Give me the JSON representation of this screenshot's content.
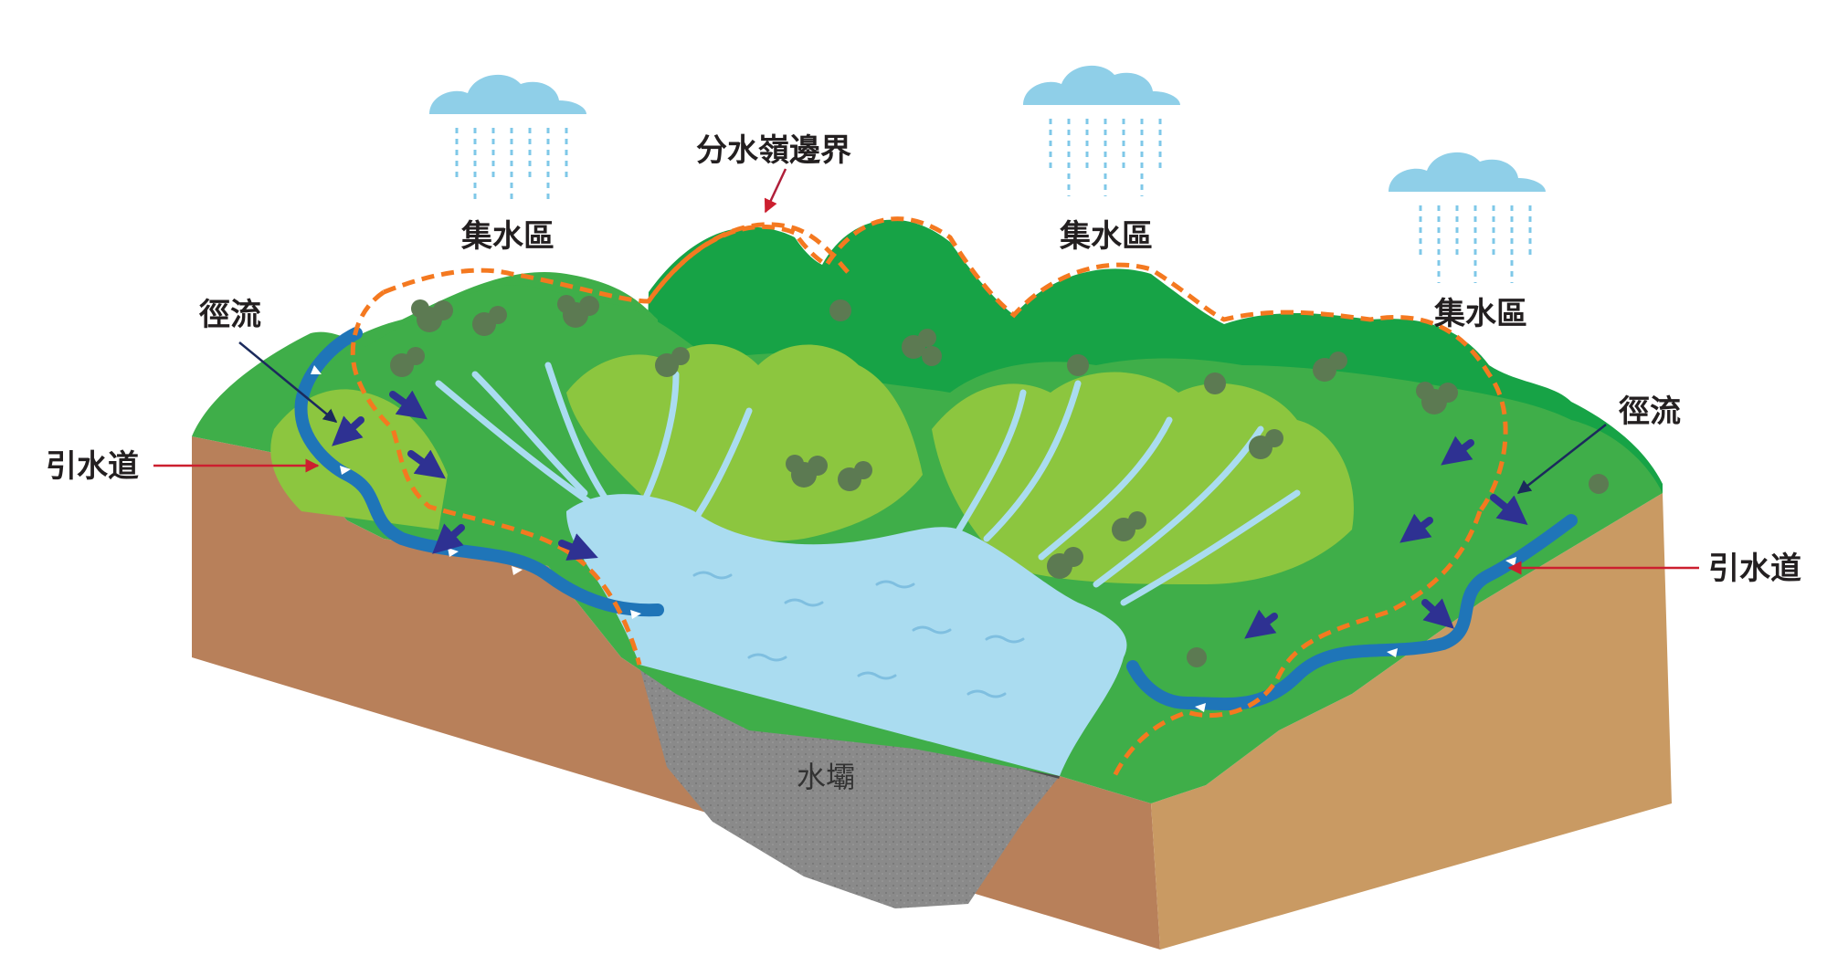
{
  "labels": {
    "watershed_boundary": "分水嶺邊界",
    "catchment_left": "集水區",
    "catchment_middle": "集水區",
    "catchment_right": "集水區",
    "runoff_left": "徑流",
    "runoff_right": "徑流",
    "channel_left": "引水道",
    "channel_right": "引水道",
    "reservoir": "水壩"
  },
  "colors": {
    "dark_green": "#17a346",
    "mid_green": "#3fae49",
    "light_green": "#8cc63f",
    "pale_green": "#b5d56a",
    "water": "#aadcf0",
    "channel": "#1f75b8",
    "runoff_arrow": "#2e3192",
    "boundary_dash": "#f47920",
    "soil_front": "#b8805a",
    "soil_side": "#c58f5e",
    "sediment": "#8a8a8a",
    "cloud": "#8fcfe8",
    "rain": "#7fc8e8",
    "pointer_red": "#cc1f2f"
  },
  "icons": [
    "cloud-icon",
    "rain-icon",
    "tree-icon",
    "runoff-arrow-icon"
  ]
}
